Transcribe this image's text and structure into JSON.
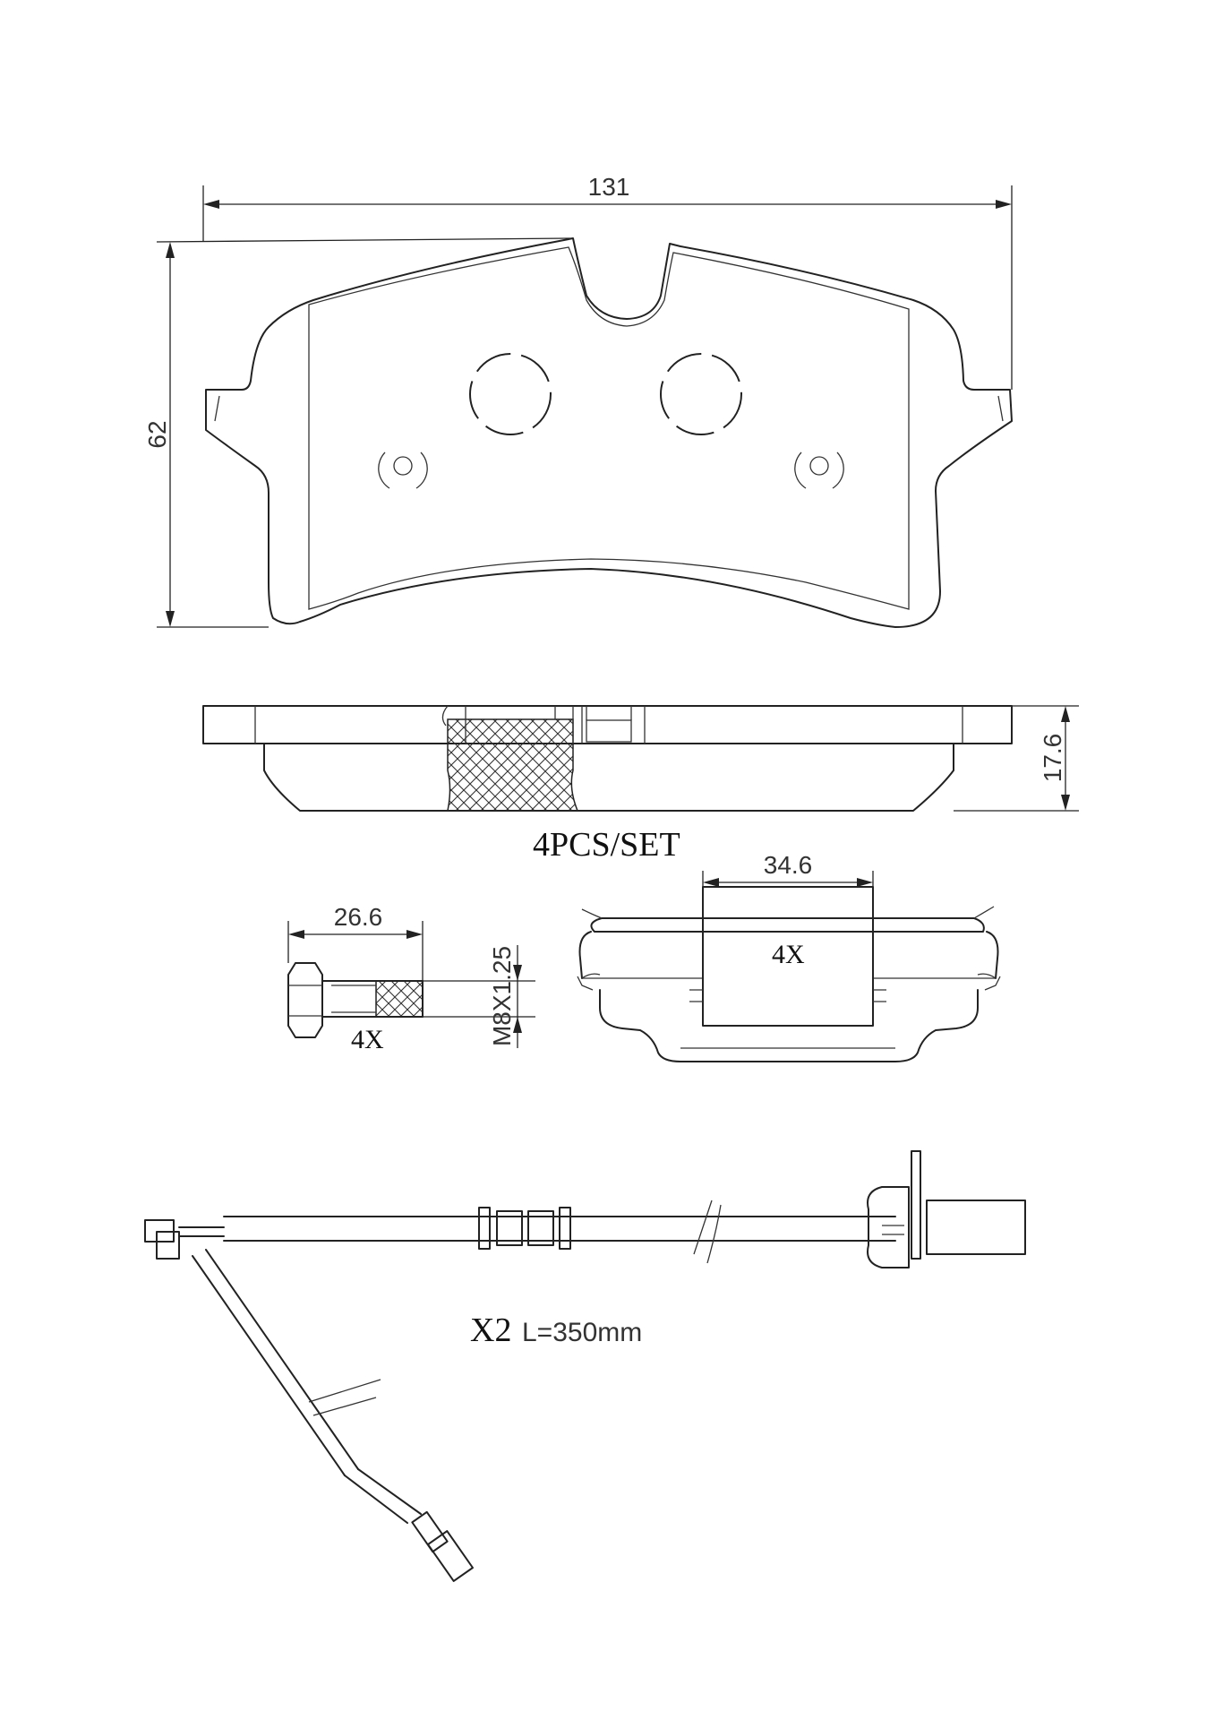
{
  "dimensions": {
    "pad_width": "131",
    "pad_height": "62",
    "pad_thickness": "17.6",
    "bolt_length": "26.6",
    "bolt_thread": "M8X1.25",
    "clip_width": "34.6"
  },
  "labels": {
    "set_quantity": "4PCS/SET",
    "bolt_quantity": "4X",
    "clip_quantity": "4X",
    "sensor_quantity": "X2",
    "sensor_length": "L=350mm"
  }
}
